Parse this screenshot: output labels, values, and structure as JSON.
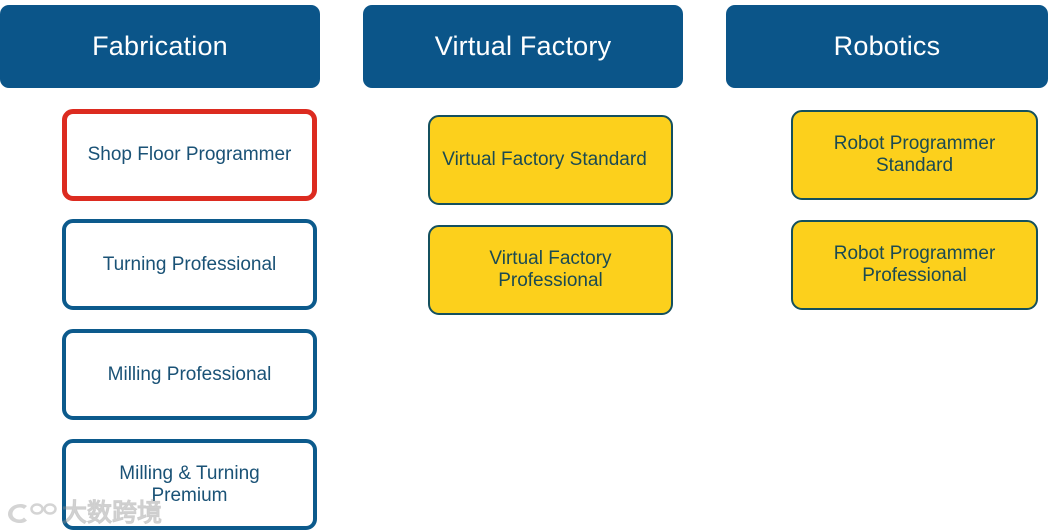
{
  "palette": {
    "header_blue": "#0B5589",
    "outline_blue": "#0C5A8C",
    "text_blue": "#1A5276",
    "highlight_red": "#DC2B20",
    "node_yellow": "#FCD01C",
    "yellow_border": "#14505E",
    "yellow_text": "#1B4A52",
    "background": "#FFFFFF",
    "watermark_gray": "#9A9A9A"
  },
  "columns": [
    {
      "id": "fabrication",
      "header": "Fabrication",
      "nodes": [
        {
          "id": "shop-floor-programmer",
          "label": "Shop Floor Programmer",
          "style": "outline-red"
        },
        {
          "id": "turning-professional",
          "label": "Turning Professional",
          "style": "outline-blue"
        },
        {
          "id": "milling-professional",
          "label": "Milling Professional",
          "style": "outline-blue"
        },
        {
          "id": "milling-and-turning-premium",
          "label": "Milling & Turning\nPremium",
          "style": "outline-blue"
        }
      ]
    },
    {
      "id": "virtual-factory",
      "header": "Virtual Factory",
      "nodes": [
        {
          "id": "virtual-factory-standard",
          "label": "Virtual Factory Standard",
          "style": "fill-yellow"
        },
        {
          "id": "virtual-factory-professional",
          "label": "Virtual Factory\nProfessional",
          "style": "fill-yellow"
        }
      ]
    },
    {
      "id": "robotics",
      "header": "Robotics",
      "nodes": [
        {
          "id": "robot-programmer-standard",
          "label": "Robot Programmer\nStandard",
          "style": "fill-yellow"
        },
        {
          "id": "robot-programmer-professional",
          "label": "Robot Programmer\nProfessional",
          "style": "fill-yellow"
        }
      ]
    }
  ],
  "watermark": {
    "text": "大数跨境",
    "logo_icon": "dashujingjing-logo-icon"
  }
}
